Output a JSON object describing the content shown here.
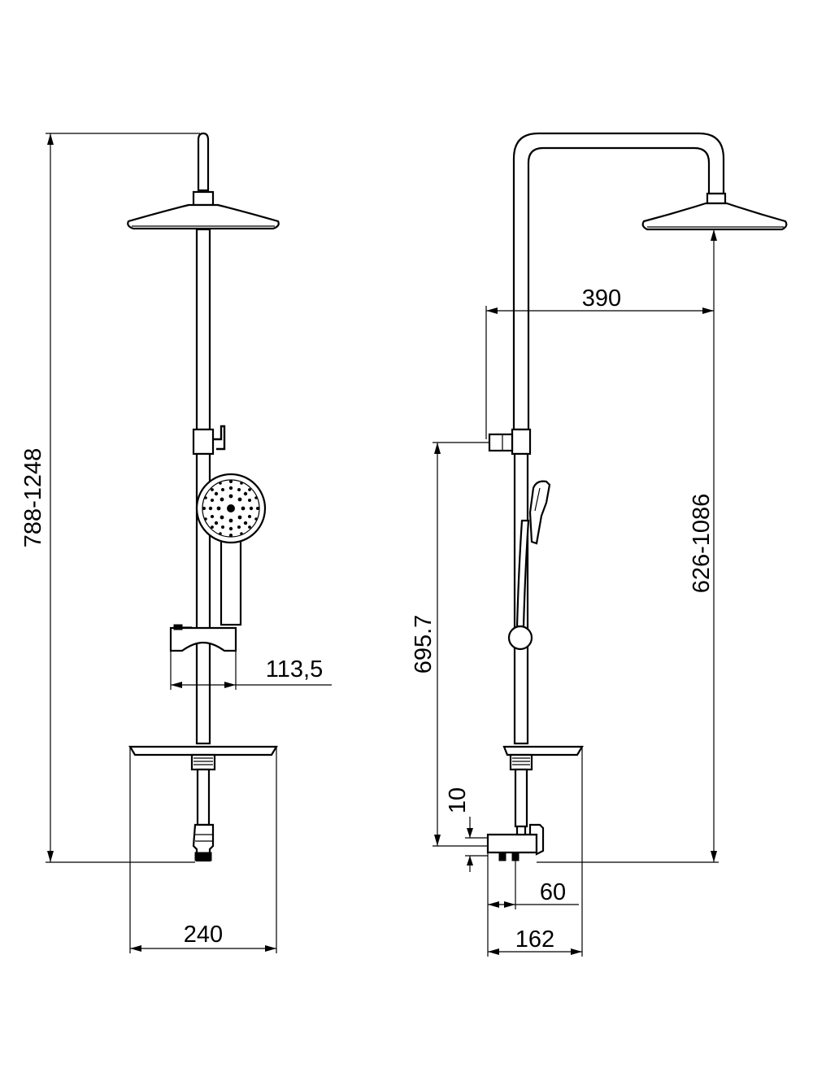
{
  "dimensions": {
    "total_height_front": "788-1248",
    "handle_offset": "113,5",
    "shelf_width": "240",
    "arm_reach": "390",
    "side_height": "695.7",
    "head_height": "626-1086",
    "small_gap": "10",
    "mixer_depth": "60",
    "base_depth": "162"
  }
}
